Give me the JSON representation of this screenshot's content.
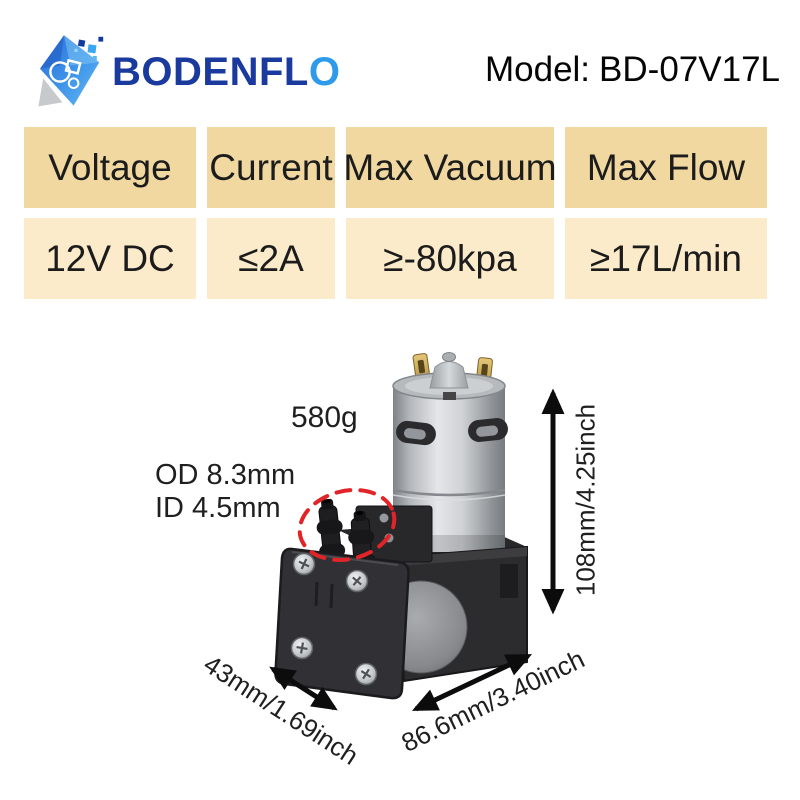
{
  "brand": {
    "name": "BODENFLO",
    "name_main": "BODENFL",
    "name_accent": "O"
  },
  "header": {
    "model_label": "Model:",
    "model_value": "BD-07V17L"
  },
  "specs": {
    "columns": [
      {
        "header": "Voltage",
        "value": "12V DC"
      },
      {
        "header": "Current",
        "value": "≤2A"
      },
      {
        "header": "Max Vacuum",
        "value": "≥-80kpa"
      },
      {
        "header": "Max Flow",
        "value": "≥17L/min"
      }
    ]
  },
  "annotations": {
    "weight": "580g",
    "outer_diameter": "OD 8.3mm",
    "inner_diameter": "ID 4.5mm",
    "height_dimension": "108mm/4.25inch",
    "width_dimension": "43mm/1.69inch",
    "depth_dimension": "86.6mm/3.40inch"
  },
  "icons": {
    "logo_mark": "bodenflo-diamond-logo",
    "port_highlight": "red-dashed-ellipse",
    "height_arrow": "vertical-double-arrow",
    "width_arrow": "diagonal-double-arrow",
    "depth_arrow": "diagonal-double-arrow"
  },
  "colors": {
    "table_header_bg": "#F0D8A0",
    "table_value_bg": "#FBEBCA",
    "brand_navy": "#1B3A9E",
    "brand_light_blue": "#2E9BEA",
    "highlight_red": "#E02428",
    "arrow_black": "#0C0C0C",
    "text_dark": "#1A1A1A"
  }
}
